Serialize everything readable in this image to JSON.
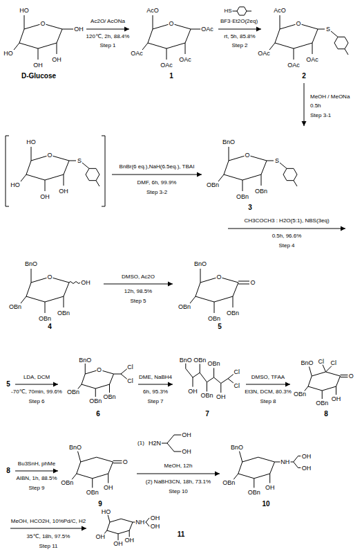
{
  "diagram": {
    "labels": [
      "HO",
      "O",
      "OH",
      "HO",
      "OH",
      "OH",
      "D-Glucose",
      "Ac2O/ AcONa",
      "120℃, 2h, 88.4%",
      "Step 1",
      "AcO",
      "O",
      "OAc",
      "OAc",
      "OAc",
      "OAc",
      "1",
      "HS",
      "BF3·Et2O(2eq)",
      "rt, 5h, 85.8%",
      "Step 2",
      "AcO",
      "O",
      "S",
      "OAc",
      "OAc",
      "OAc",
      "2",
      "MeOH / MeONa",
      "0.5h",
      "Step 3-1",
      "HO",
      "O",
      "S",
      "HO",
      "OH",
      "OH",
      "BnBr(6 eq.),NaH(6.5eq.), TBAI",
      "DMF, 6h, 99.9%",
      "Step 3-2",
      "BnO",
      "O",
      "S",
      "OBn",
      "OBn",
      "OBn",
      "3",
      "CH3COCH3 : H2O(5:1), NBS(3eq)",
      "0.5h, 96.6%",
      "Step 4",
      "BnO",
      "O",
      "OH",
      "OBn",
      "OBn",
      "OBn",
      "4",
      "DMSO, Ac2O",
      "12h, 98.5%",
      "Step 5",
      "BnO",
      "O",
      "O",
      "OBn",
      "OBn",
      "OBn",
      "5",
      "5",
      "LDA, DCM",
      "-70℃, 70min, 99.6%",
      "Step 6",
      "BnO",
      "O",
      "Cl",
      "Cl",
      "OBn",
      "OBn",
      "OBn",
      "6",
      "DME, NaBH4",
      "6h, 95.3%",
      "Step 7",
      "BnO",
      "OH",
      "OBn",
      "OBn",
      "OBn",
      "OH",
      "Cl",
      "Cl",
      "7",
      "DMSO, TFAA",
      "Et3N, DCM, 80.3%",
      "Step 8",
      "BnO",
      "Cl",
      "Cl",
      "O",
      "OBn",
      "OBn",
      "OH",
      "8",
      "8",
      "Bu3SnH, phMe",
      "AIBN, 1h, 88.5%",
      "Step 9",
      "BnO",
      "O",
      "OBn",
      "OBn",
      "OH",
      "9",
      "(1)",
      "H2N",
      "OH",
      "OH",
      "MeOH, 12h",
      "(2) NaBH3CN, 18h, 73.1%",
      "Step 10",
      "BnO",
      "NH",
      "OH",
      "OH",
      "OBn",
      "OBn",
      "OH",
      "10",
      "MeOH, HCO2H, 10%Pd/C, H2",
      "35℃, 18h, 97.5%",
      "Step 11",
      "HO",
      "NH",
      "OH",
      "OH",
      "OH",
      "OH",
      "OH",
      "11"
    ]
  }
}
